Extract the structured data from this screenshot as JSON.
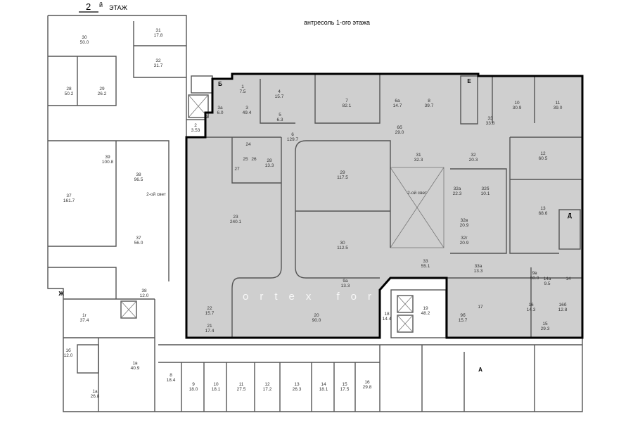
{
  "plan": {
    "floor_number": "2",
    "floor_suffix": "й",
    "floor_label": "ЭТАЖ",
    "mezzanine_label": "антресоль 1-ого этажа",
    "atrium_label": "2-ой свет",
    "atrium_label_left": "2-ой свет",
    "watermark": "ortex fort",
    "stair_marks": [
      "Б",
      "Е",
      "Д",
      "Ж",
      "А"
    ],
    "colors": {
      "rented": "#cfcfcf",
      "boundary": "#000000",
      "walls": "#555555"
    }
  },
  "rooms": [
    {
      "n": "30",
      "a": "50.0"
    },
    {
      "n": "31",
      "a": "17.8"
    },
    {
      "n": "32",
      "a": "31.7"
    },
    {
      "n": "28",
      "a": "50.2"
    },
    {
      "n": "29",
      "a": "26.2"
    },
    {
      "n": "39",
      "a": "100.8"
    },
    {
      "n": "37",
      "a": "161.7"
    },
    {
      "n": "38",
      "a": "96.5"
    },
    {
      "n": "37",
      "a": "56.0"
    },
    {
      "n": "38",
      "a": "12.0"
    },
    {
      "n": "1г",
      "a": "37.4"
    },
    {
      "n": "1в",
      "a": "40.9"
    },
    {
      "n": "1а",
      "a": "26.8"
    },
    {
      "n": "1б",
      "a": "12.0"
    },
    {
      "n": "8",
      "a": "18.4"
    },
    {
      "n": "9",
      "a": "18.0"
    },
    {
      "n": "10",
      "a": "18.1"
    },
    {
      "n": "11",
      "a": "27.5"
    },
    {
      "n": "12",
      "a": "17.2"
    },
    {
      "n": "13",
      "a": "26.3"
    },
    {
      "n": "14",
      "a": "18.1"
    },
    {
      "n": "15",
      "a": "17.5"
    },
    {
      "n": "16",
      "a": "29.8"
    },
    {
      "n": "1",
      "a": "7.5"
    },
    {
      "n": "3а",
      "a": "6.0"
    },
    {
      "n": "3",
      "a": "49.4"
    },
    {
      "n": "4",
      "a": "15.7"
    },
    {
      "n": "5",
      "a": "6.3"
    },
    {
      "n": "6",
      "a": "129.7"
    },
    {
      "n": "7",
      "a": "82.1"
    },
    {
      "n": "6а",
      "a": "14.7"
    },
    {
      "n": "8",
      "a": "39.7"
    },
    {
      "n": "6б",
      "a": "29.0"
    },
    {
      "n": "24",
      "a": ""
    },
    {
      "n": "25",
      "a": ""
    },
    {
      "n": "26",
      "a": ""
    },
    {
      "n": "28",
      "a": "13.3"
    },
    {
      "n": "23",
      "a": "240.1"
    },
    {
      "n": "29",
      "a": "117.5"
    },
    {
      "n": "30",
      "a": "112.5"
    },
    {
      "n": "9а",
      "a": "13.3"
    },
    {
      "n": "20",
      "a": "90.0"
    },
    {
      "n": "22",
      "a": "15.7"
    },
    {
      "n": "21",
      "a": "17.4"
    },
    {
      "n": "31",
      "a": "32.3"
    },
    {
      "n": "32",
      "a": "20.3"
    },
    {
      "n": "33",
      "a": "33.8"
    },
    {
      "n": "10",
      "a": "30.9"
    },
    {
      "n": "11",
      "a": "39.0"
    },
    {
      "n": "12",
      "a": "60.5"
    },
    {
      "n": "13",
      "a": "68.6"
    },
    {
      "n": "32а",
      "a": "22.3"
    },
    {
      "n": "32б",
      "a": "10.1"
    },
    {
      "n": "32в",
      "a": "20.9"
    },
    {
      "n": "32г",
      "a": "20.9"
    },
    {
      "n": "33",
      "a": "55.1"
    },
    {
      "n": "33а",
      "a": "13.3"
    },
    {
      "n": "9в",
      "a": "60.0"
    },
    {
      "n": "14а",
      "a": "9.5"
    },
    {
      "n": "14",
      "a": ""
    },
    {
      "n": "18",
      "a": "14.4"
    },
    {
      "n": "19",
      "a": "48.2"
    },
    {
      "n": "9б",
      "a": "15.7"
    },
    {
      "n": "15",
      "a": "29.3"
    },
    {
      "n": "16",
      "a": "14.3"
    },
    {
      "n": "16б",
      "a": "12.8"
    },
    {
      "n": "17",
      "a": ""
    },
    {
      "n": "2",
      "a": "3.53"
    },
    {
      "n": "27",
      "a": ""
    }
  ]
}
